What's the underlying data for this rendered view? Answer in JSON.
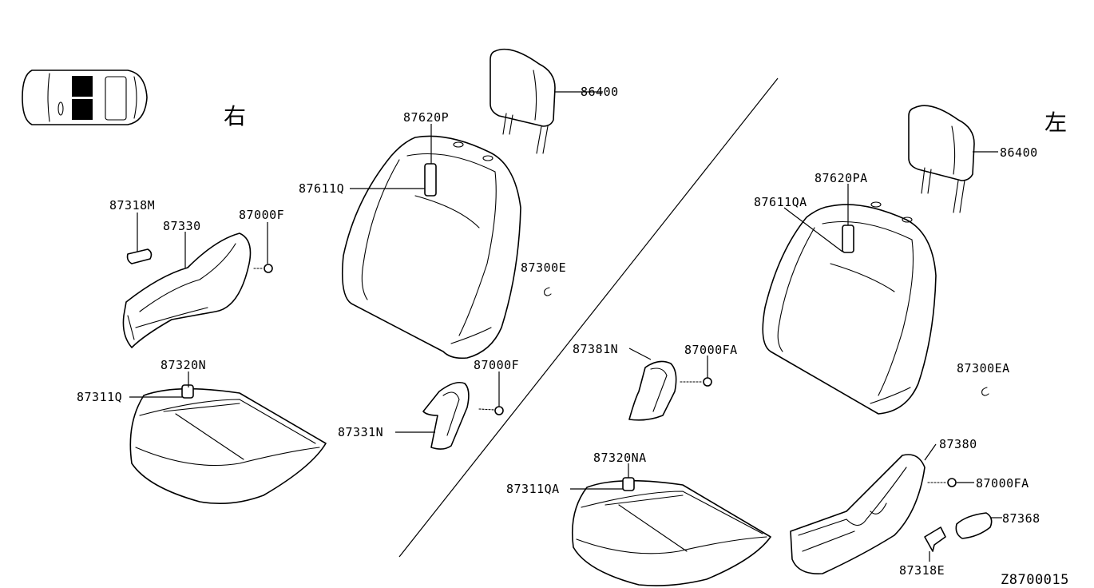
{
  "diagram": {
    "side_right": "右",
    "side_left": "左",
    "code": "Z8700015"
  },
  "labels": {
    "l86400_r": "86400",
    "l87620P": "87620P",
    "l87611Q": "87611Q",
    "l87318M": "87318M",
    "l87330": "87330",
    "l87000F_a": "87000F",
    "l87300E": "87300E",
    "l87320N": "87320N",
    "l87311Q": "87311Q",
    "l87000F_b": "87000F",
    "l87331N": "87331N",
    "l86400_l": "86400",
    "l87620PA": "87620PA",
    "l87611QA": "87611QA",
    "l87381N": "87381N",
    "l87000FA_a": "87000FA",
    "l87300EA": "87300EA",
    "l87380": "87380",
    "l87000FA_b": "87000FA",
    "l87368": "87368",
    "l87318E": "87318E",
    "l87320NA": "87320NA",
    "l87311QA": "87311QA"
  }
}
